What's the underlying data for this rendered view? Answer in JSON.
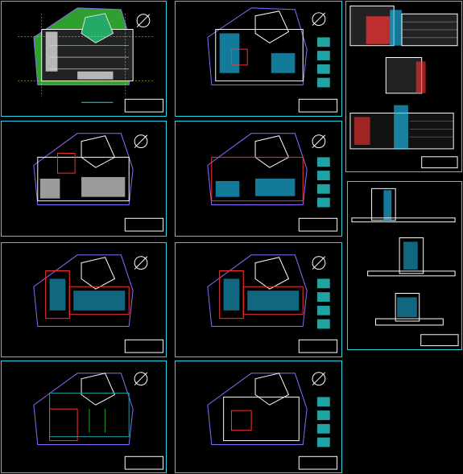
{
  "colors": {
    "background": "#000000",
    "sheet_border": "#2bd3e8",
    "outline": "#8f6bff",
    "wall_white": "#ffffff",
    "wall_red": "#ff3333",
    "cyan": "#22ccff",
    "green_site": "#2f9f2f",
    "grid_yellow": "#e6e64a",
    "teal_fill": "#1fa3a3"
  },
  "sheets": [
    {
      "id": "site-ground",
      "kind": "plan",
      "variant": "site"
    },
    {
      "id": "floor-1",
      "kind": "plan",
      "variant": "legend"
    },
    {
      "id": "floor-2",
      "kind": "plan",
      "variant": "plain"
    },
    {
      "id": "floor-3",
      "kind": "plan",
      "variant": "legend"
    },
    {
      "id": "floor-4",
      "kind": "plan",
      "variant": "plain"
    },
    {
      "id": "floor-5",
      "kind": "plan",
      "variant": "legend"
    },
    {
      "id": "floor-6",
      "kind": "plan",
      "variant": "plain"
    },
    {
      "id": "roof",
      "kind": "plan",
      "variant": "legend"
    },
    {
      "id": "elevations",
      "kind": "elevations"
    },
    {
      "id": "sections",
      "kind": "sections"
    }
  ]
}
